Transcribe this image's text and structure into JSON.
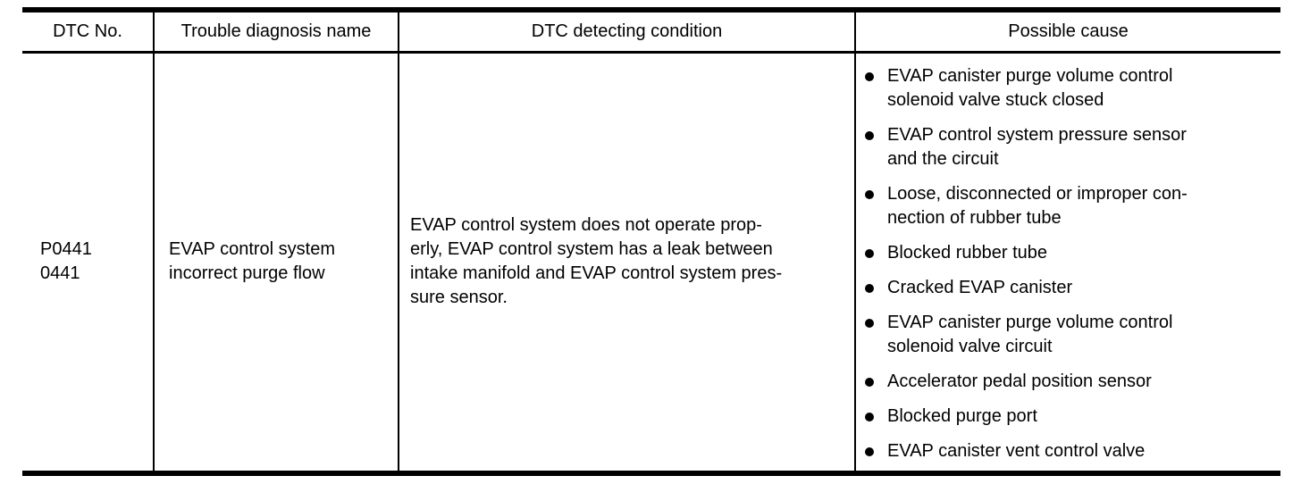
{
  "icons": {
    "bullet": "●"
  },
  "colors": {
    "text": "#000000",
    "border": "#000000",
    "background": "#ffffff"
  },
  "table": {
    "headers": {
      "dtc_no": "DTC No.",
      "trouble_diagnosis_name": "Trouble diagnosis name",
      "dtc_detecting_condition": "DTC detecting condition",
      "possible_cause": "Possible cause"
    },
    "row": {
      "dtc_no": "P0441\n0441",
      "trouble_diagnosis_name": "EVAP control system\nincorrect purge flow",
      "dtc_detecting_condition": "EVAP control system does not operate prop-\nerly, EVAP control system has a leak between\nintake manifold and EVAP control system pres-\nsure sensor.",
      "possible_causes": [
        "EVAP canister purge volume control\nsolenoid valve stuck closed",
        "EVAP control system pressure sensor\nand the circuit",
        "Loose, disconnected or improper con-\nnection of rubber tube",
        "Blocked rubber tube",
        "Cracked EVAP canister",
        "EVAP canister purge volume control\nsolenoid valve circuit",
        "Accelerator pedal position sensor",
        "Blocked purge port",
        "EVAP canister vent control valve"
      ]
    }
  }
}
